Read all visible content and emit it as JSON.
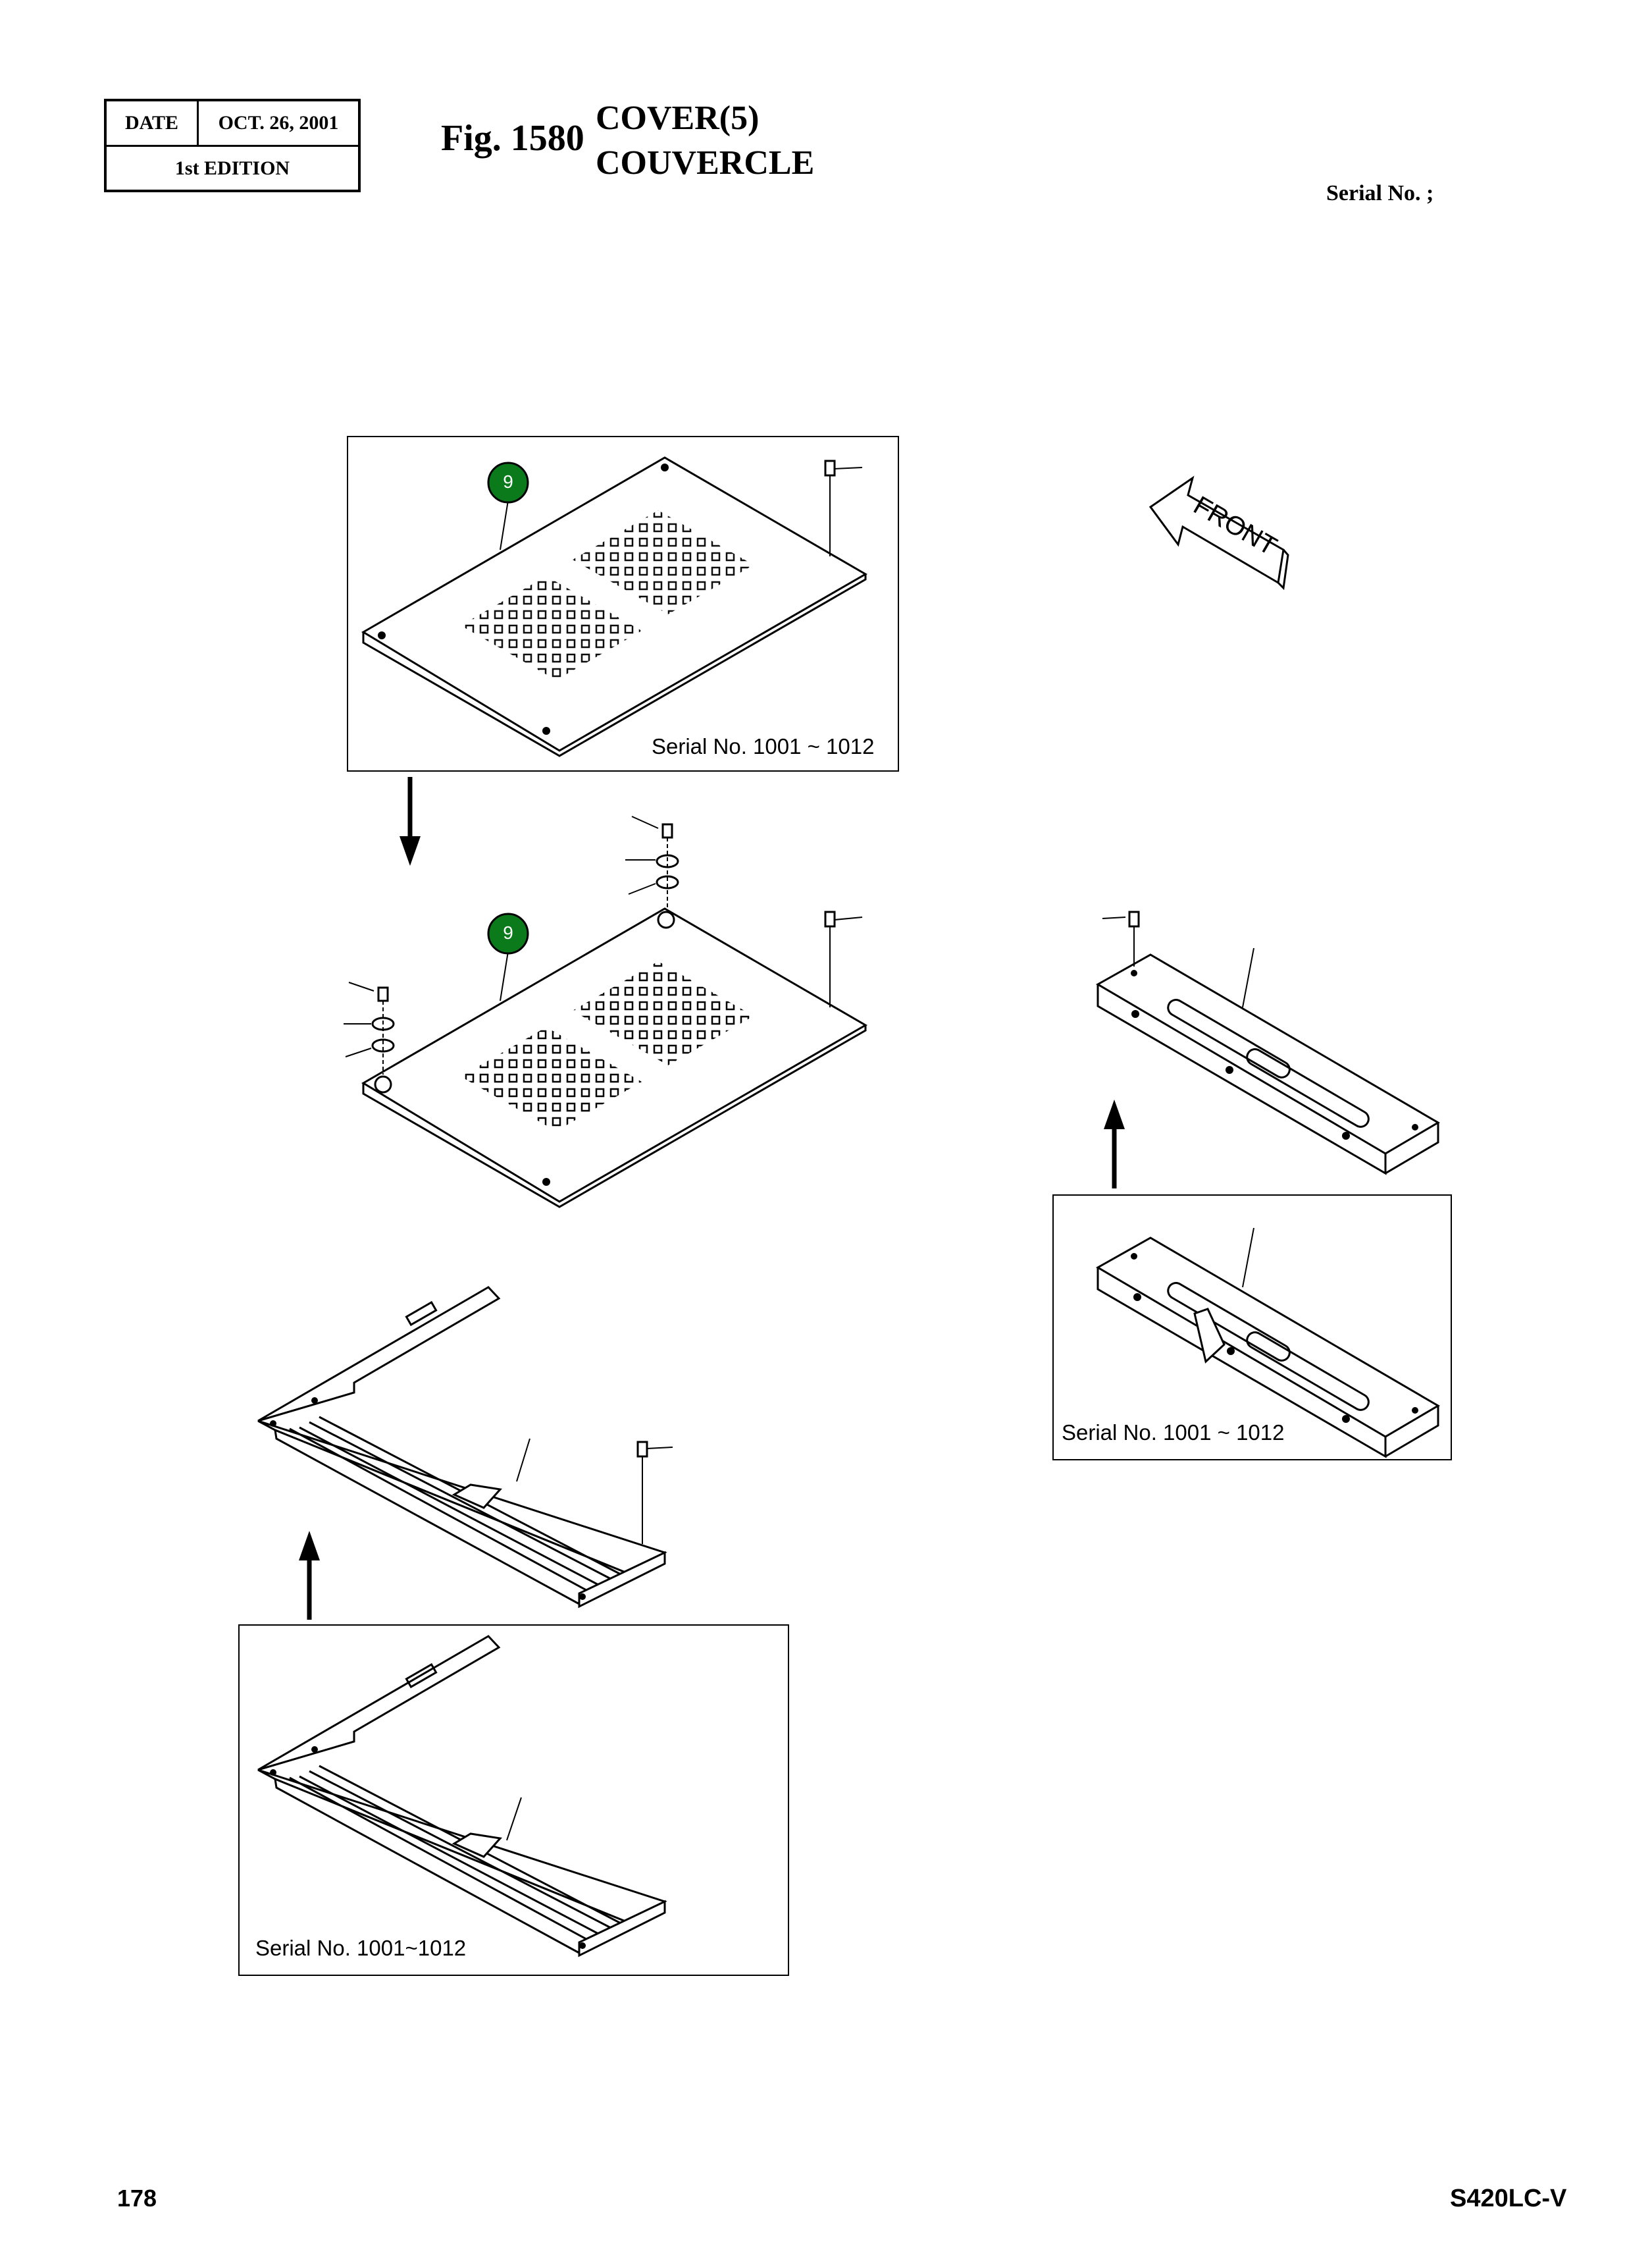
{
  "header": {
    "date_label": "DATE",
    "date_value": "OCT. 26, 2001",
    "edition": "1st EDITION",
    "fig_label": "Fig. 1580",
    "title_en": "COVER(5)",
    "title_fr": "COUVERCLE",
    "serial_label": "Serial No. ;"
  },
  "callouts": {
    "top_cover_inset": "9",
    "top_cover_main": "9"
  },
  "insets": {
    "top_cover": "Serial No. 1001 ~ 1012",
    "right_rail": "Serial No. 1001 ~ 1012",
    "bottom_frame": "Serial No. 1001~1012"
  },
  "front_arrow_label": "FRONT",
  "footer": {
    "page_number": "178",
    "model": "S420LC-V"
  },
  "colors": {
    "callout_fill": "#0a7a1a",
    "line": "#000000"
  }
}
